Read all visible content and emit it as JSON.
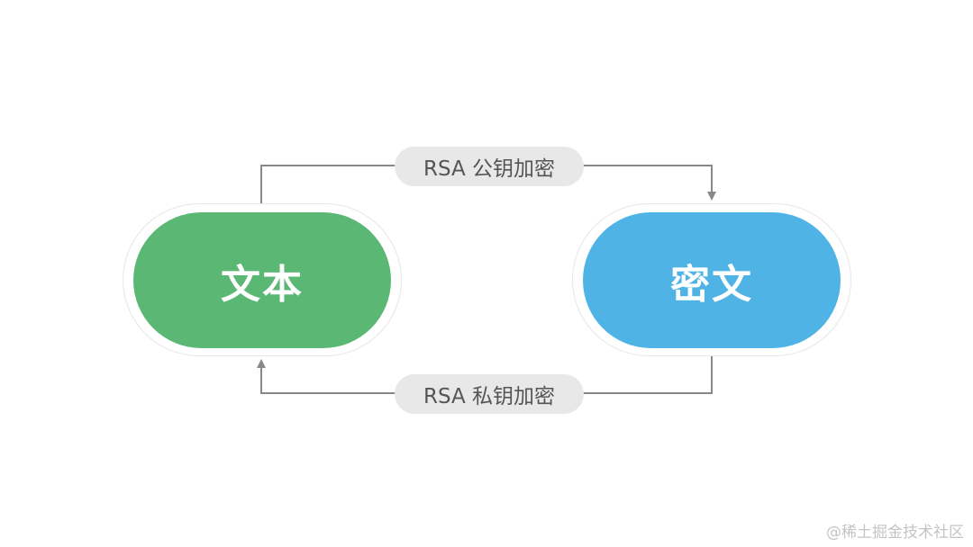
{
  "nodes": {
    "plaintext": {
      "label": "文本",
      "color": "#5bb874"
    },
    "ciphertext": {
      "label": "密文",
      "color": "#4fb3e6"
    }
  },
  "edges": {
    "top": {
      "label": "RSA 公钥加密",
      "from": "plaintext",
      "to": "ciphertext"
    },
    "bottom": {
      "label": "RSA 私钥加密",
      "from": "ciphertext",
      "to": "plaintext"
    }
  },
  "colors": {
    "connector": "#888888",
    "label_background": "#e8e8e8",
    "label_text": "#555555",
    "halo_border": "#e6e6e6"
  },
  "watermark": "@稀土掘金技术社区"
}
